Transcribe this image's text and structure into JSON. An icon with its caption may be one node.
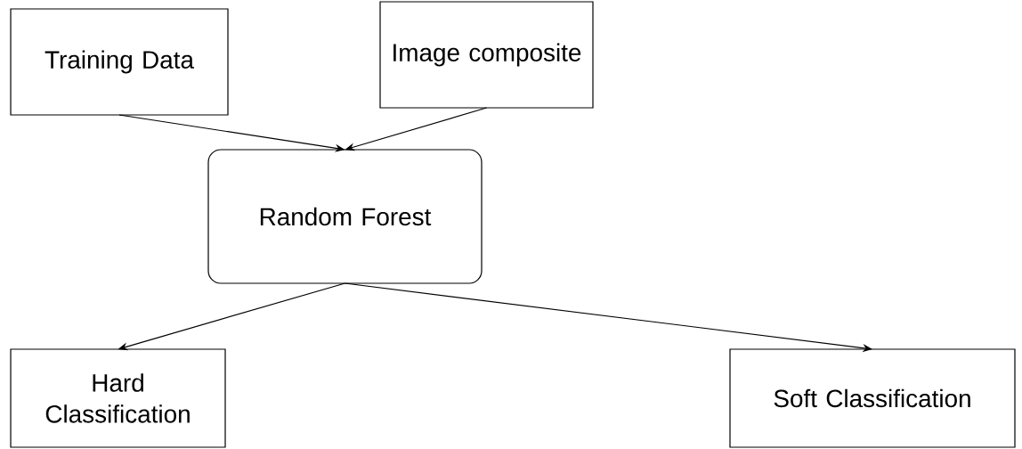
{
  "diagram": {
    "nodes": [
      {
        "text": [
          "Training Data"
        ]
      },
      {
        "text": [
          "Image composite"
        ]
      },
      {
        "text": [
          "Random Forest"
        ]
      },
      {
        "text": [
          "Hard Classification"
        ]
      },
      {
        "text": [
          "Soft Classification"
        ]
      }
    ],
    "edges": [
      {
        "from": 0,
        "to": 2,
        "arrow": "to"
      },
      {
        "from": 1,
        "to": 2,
        "arrow": "to"
      },
      {
        "from": 2,
        "to": 3,
        "arrow": "to"
      },
      {
        "from": 2,
        "to": 4,
        "arrow": "to"
      }
    ]
  }
}
